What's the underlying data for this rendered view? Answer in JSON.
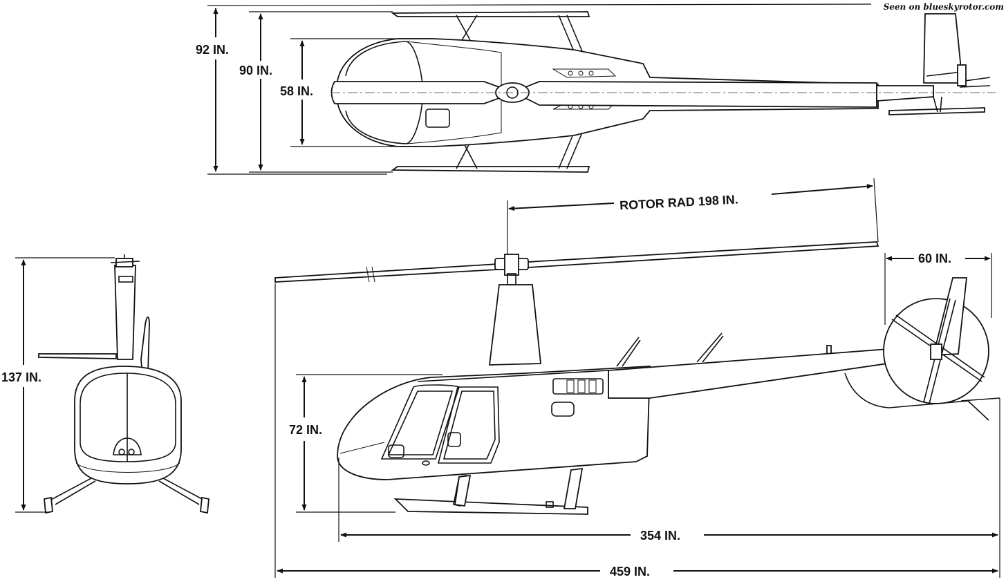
{
  "credit": "Seen on blueskyrotor.com",
  "dimensions": {
    "top_overall_width": "92 IN.",
    "top_skid_width": "90 IN.",
    "top_cabin_width": "58 IN.",
    "rotor_radius": "ROTOR RAD 198 IN.",
    "tail_rotor_diameter": "60 IN.",
    "front_height": "137 IN.",
    "side_cabin_height": "72 IN.",
    "fuselage_length": "354 IN.",
    "overall_length": "459 IN."
  },
  "colors": {
    "ink": "#111111",
    "paper": "#ffffff"
  }
}
